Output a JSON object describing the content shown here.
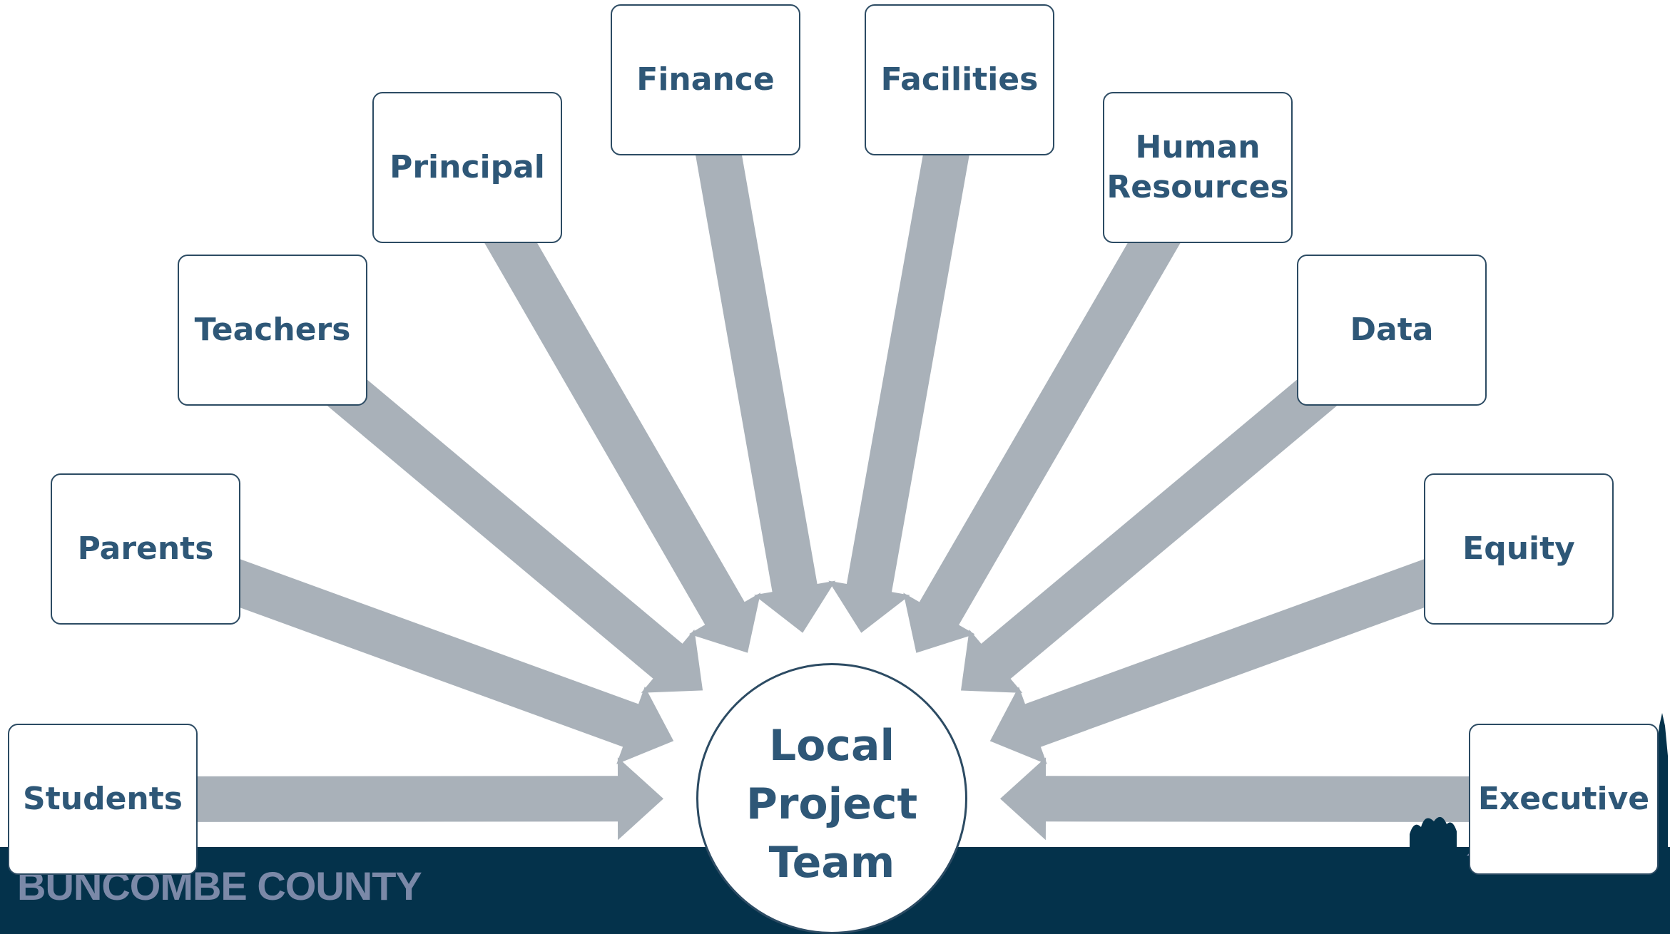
{
  "diagram": {
    "type": "hub-and-spoke",
    "hub": {
      "label": "Local\nProject\nTeam"
    },
    "stakeholders": [
      {
        "label": "Students"
      },
      {
        "label": "Parents"
      },
      {
        "label": "Teachers"
      },
      {
        "label": "Principal"
      },
      {
        "label": "Finance"
      },
      {
        "label": "Facilities"
      },
      {
        "label": "Human Resources"
      },
      {
        "label": "Data"
      },
      {
        "label": "Equity"
      },
      {
        "label": "Executive"
      }
    ],
    "arrow_direction": "inward"
  },
  "footer": {
    "org_name": "BUNCOMBE COUNTY"
  },
  "colors": {
    "arrow": "#a9b1b9",
    "box_border": "#2c4b63",
    "text": "#2e5777",
    "footer_band": "#04324b",
    "org_name": "#7b89a8"
  }
}
